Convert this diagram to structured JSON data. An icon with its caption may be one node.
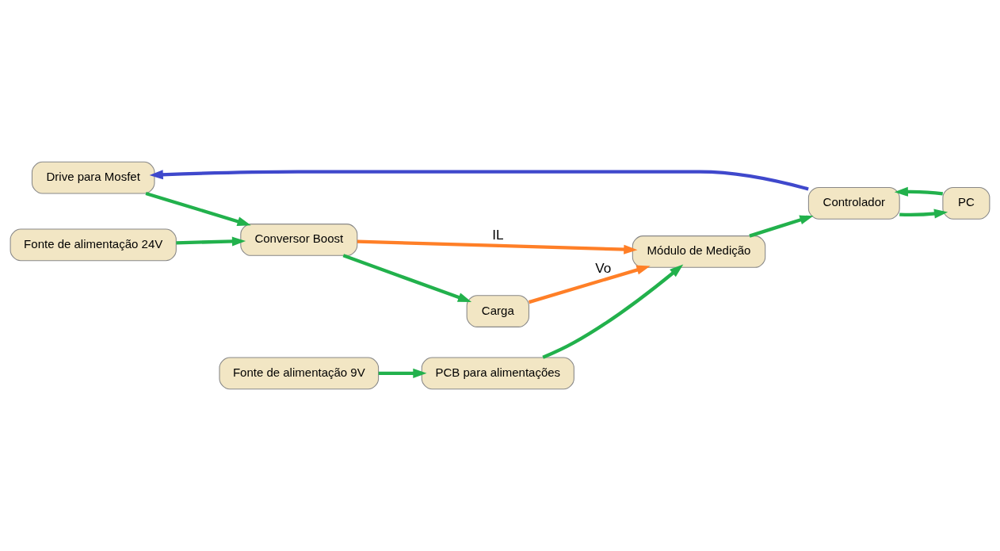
{
  "diagram": {
    "nodes": [
      {
        "text": [
          "Drive para Mosfet"
        ]
      },
      {
        "text": [
          "Fonte de alimentação 24V"
        ]
      },
      {
        "text": [
          "Conversor Boost"
        ]
      },
      {
        "text": [
          "Carga"
        ]
      },
      {
        "text": [
          "Controlador"
        ]
      },
      {
        "text": [
          "PC"
        ]
      },
      {
        "text": [
          "Módulo de Medição"
        ]
      },
      {
        "text": [
          "PCB para alimentações"
        ]
      },
      {
        "text": [
          "Fonte de alimentação 9V"
        ]
      }
    ],
    "edges": [
      {
        "from": 0,
        "to": 2,
        "arrow": "to"
      },
      {
        "from": 1,
        "to": 2,
        "arrow": "to"
      },
      {
        "from": 2,
        "to": 3,
        "arrow": "to"
      },
      {
        "from": 4,
        "to": 5,
        "arrow": "to"
      },
      {
        "from": 5,
        "to": 4,
        "arrow": "to"
      },
      {
        "from": 4,
        "to": 0,
        "arrow": "to",
        "color": "#3f48cc"
      },
      {
        "from": 2,
        "to": 6,
        "arrow": "to",
        "label": "IL",
        "color": "#ff7f27"
      },
      {
        "from": 3,
        "to": 6,
        "arrow": "to",
        "label": "Vo",
        "color": "#ff7f27"
      },
      {
        "from": 6,
        "to": 4,
        "arrow": "to"
      },
      {
        "from": 7,
        "to": 6,
        "arrow": "to"
      },
      {
        "from": 8,
        "to": 7,
        "arrow": "to"
      }
    ]
  }
}
